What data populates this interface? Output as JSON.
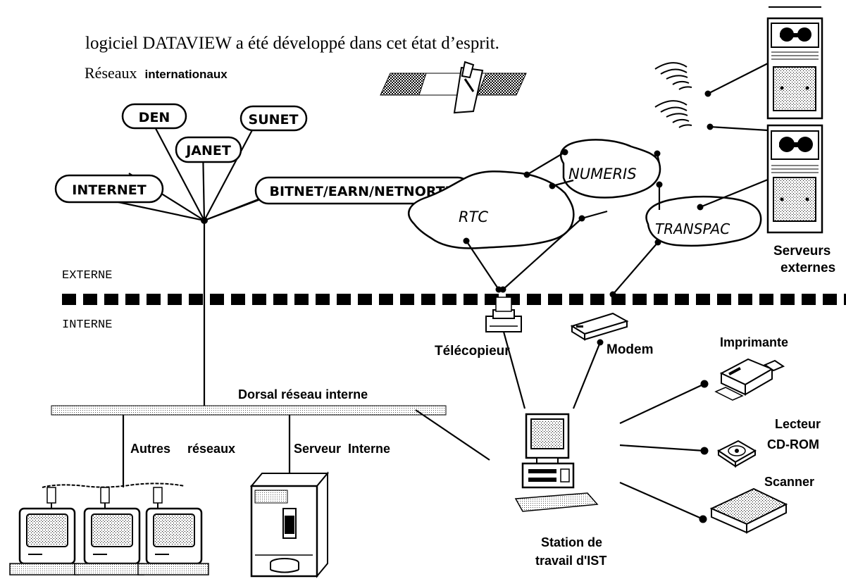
{
  "header_text": "logiciel DATAVIEW a été développé dans cet état d’esprit.",
  "networks": {
    "heading_serif": "Réseaux",
    "heading_bold": "internationaux",
    "den": "DEN",
    "sunet": "SUNET",
    "janet": "JANET",
    "internet": "INTERNET",
    "bitnet": "BITNET/EARN/NETNORTH"
  },
  "clouds": {
    "numeris": "NUMERIS",
    "rtc": "RTC",
    "transpac": "TRANSPAC"
  },
  "servers_external": [
    "Serveurs",
    "externes"
  ],
  "zones": {
    "externe": "EXTERNE",
    "interne": "INTERNE"
  },
  "devices": {
    "telecopieur": "Télécopieur",
    "modem": "Modem",
    "imprimante": "Imprimante",
    "lecteur": [
      "Lecteur",
      "CD-ROM"
    ],
    "scanner": "Scanner"
  },
  "backbone": {
    "label": "Dorsal réseau interne",
    "autres": [
      "Autres",
      "réseaux"
    ],
    "serveur": [
      "Serveur",
      "Interne"
    ]
  },
  "station": [
    "Station de",
    "travail d'IST"
  ],
  "colors": {
    "ink": "#000000",
    "paper": "#ffffff",
    "shade": "#9a9a9a"
  }
}
